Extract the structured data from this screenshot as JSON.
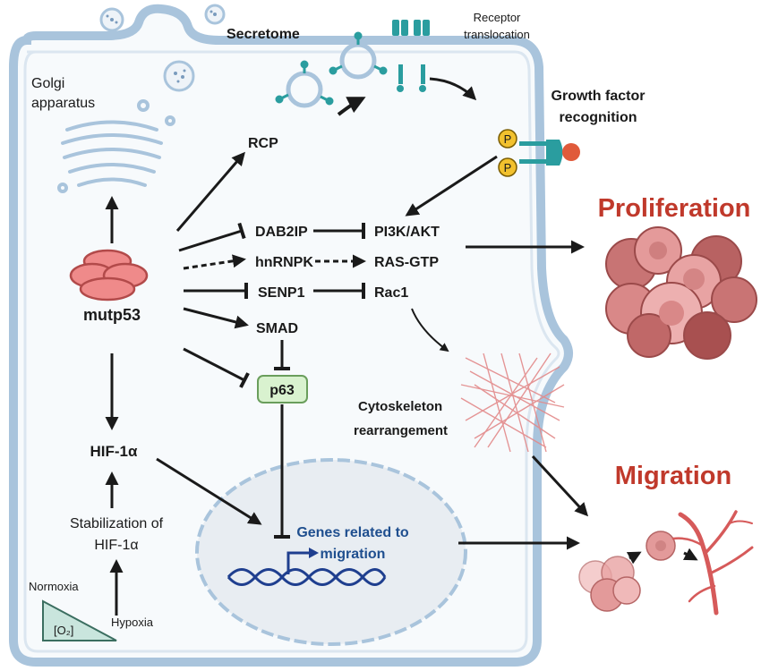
{
  "labels": {
    "secretome": "Secretome",
    "receptor_translocation_1": "Receptor",
    "receptor_translocation_2": "translocation",
    "golgi_1": "Golgi",
    "golgi_2": "apparatus",
    "growth_factor_1": "Growth factor",
    "growth_factor_2": "recognition",
    "phospho": "P",
    "rcp": "RCP",
    "dab2ip": "DAB2IP",
    "pi3k": "PI3K/AKT",
    "hnrnpk": "hnRNPK",
    "ras": "RAS-GTP",
    "senp1": "SENP1",
    "rac1": "Rac1",
    "smad": "SMAD",
    "p63": "p63",
    "mutp53": "mutp53",
    "hif": "HIF-1α",
    "stab_1": "Stabilization of",
    "stab_2": "HIF-1α",
    "normoxia": "Normoxia",
    "hypoxia": "Hypoxia",
    "o2": "[O₂]",
    "cyto_1": "Cytoskeleton",
    "cyto_2": "rearrangement",
    "genes_1": "Genes related to",
    "genes_2": "migration",
    "proliferation": "Proliferation",
    "migration": "Migration"
  },
  "colors": {
    "membrane": "#a9c4dc",
    "membrane_inner": "#e6eef5",
    "outcome_red": "#c0392b",
    "mutp53_fill": "#ef8a8a",
    "mutp53_stroke": "#b24a4a",
    "p63_fill": "#d9f2cf",
    "nucleus_fill": "#e8edf2",
    "dna_blue": "#1f3f8f",
    "teal": "#2a9d9f",
    "tumor": "#d98080"
  }
}
